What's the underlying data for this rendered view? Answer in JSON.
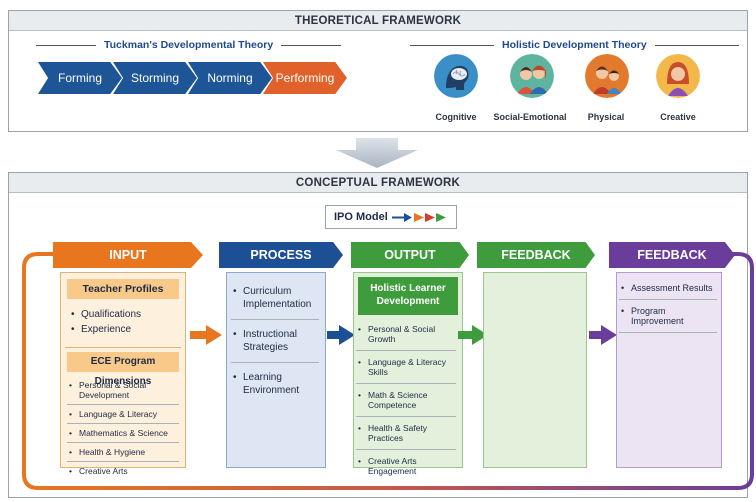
{
  "theoretical": {
    "header": "THEORETICAL FRAMEWORK",
    "tuckman_title": "Tuckman's Developmental Theory",
    "holistic_title": "Holistic Development Theory",
    "stages": [
      "Forming",
      "Storming",
      "Norming",
      "Performing"
    ],
    "domains": [
      "Cognitive",
      "Social-Emotional",
      "Physical",
      "Creative"
    ]
  },
  "conceptual": {
    "header": "CONCEPTUAL FRAMEWORK",
    "ipo_label": "IPO Model",
    "stages": [
      "INPUT",
      "PROCESS",
      "OUTPUT",
      "FEEDBACK",
      "FEEDBACK"
    ],
    "input": {
      "teacher_profiles_title": "Teacher Profiles",
      "teacher_items": [
        "Qualifications",
        "Experience"
      ],
      "ece_title": "ECE Program Dimensions",
      "ece_items": [
        "Personal & Social Development",
        "Language & Literacy",
        "Mathematics & Science",
        "Health & Hygiene",
        "Creative Arts"
      ]
    },
    "process": {
      "items": [
        "Curriculum Implementation",
        "Instructional Strategies",
        "Learning Environment"
      ]
    },
    "output": {
      "title": "Holistic Learner Development",
      "items": [
        "Personal & Social Growth",
        "Language & Literacy Skills",
        "Math & Science Competence",
        "Health & Safety Practices",
        "Creative Arts Engagement"
      ]
    },
    "feedback": {
      "items": [
        "Assessment Results",
        "Program Improvement"
      ]
    }
  },
  "colors": {
    "input": "#e8761f",
    "process": "#1d4f94",
    "output": "#3e9c3d",
    "feedback": "#6a3d9a",
    "chevron_blue": "#1e5596",
    "chevron_orange": "#e0612a"
  }
}
